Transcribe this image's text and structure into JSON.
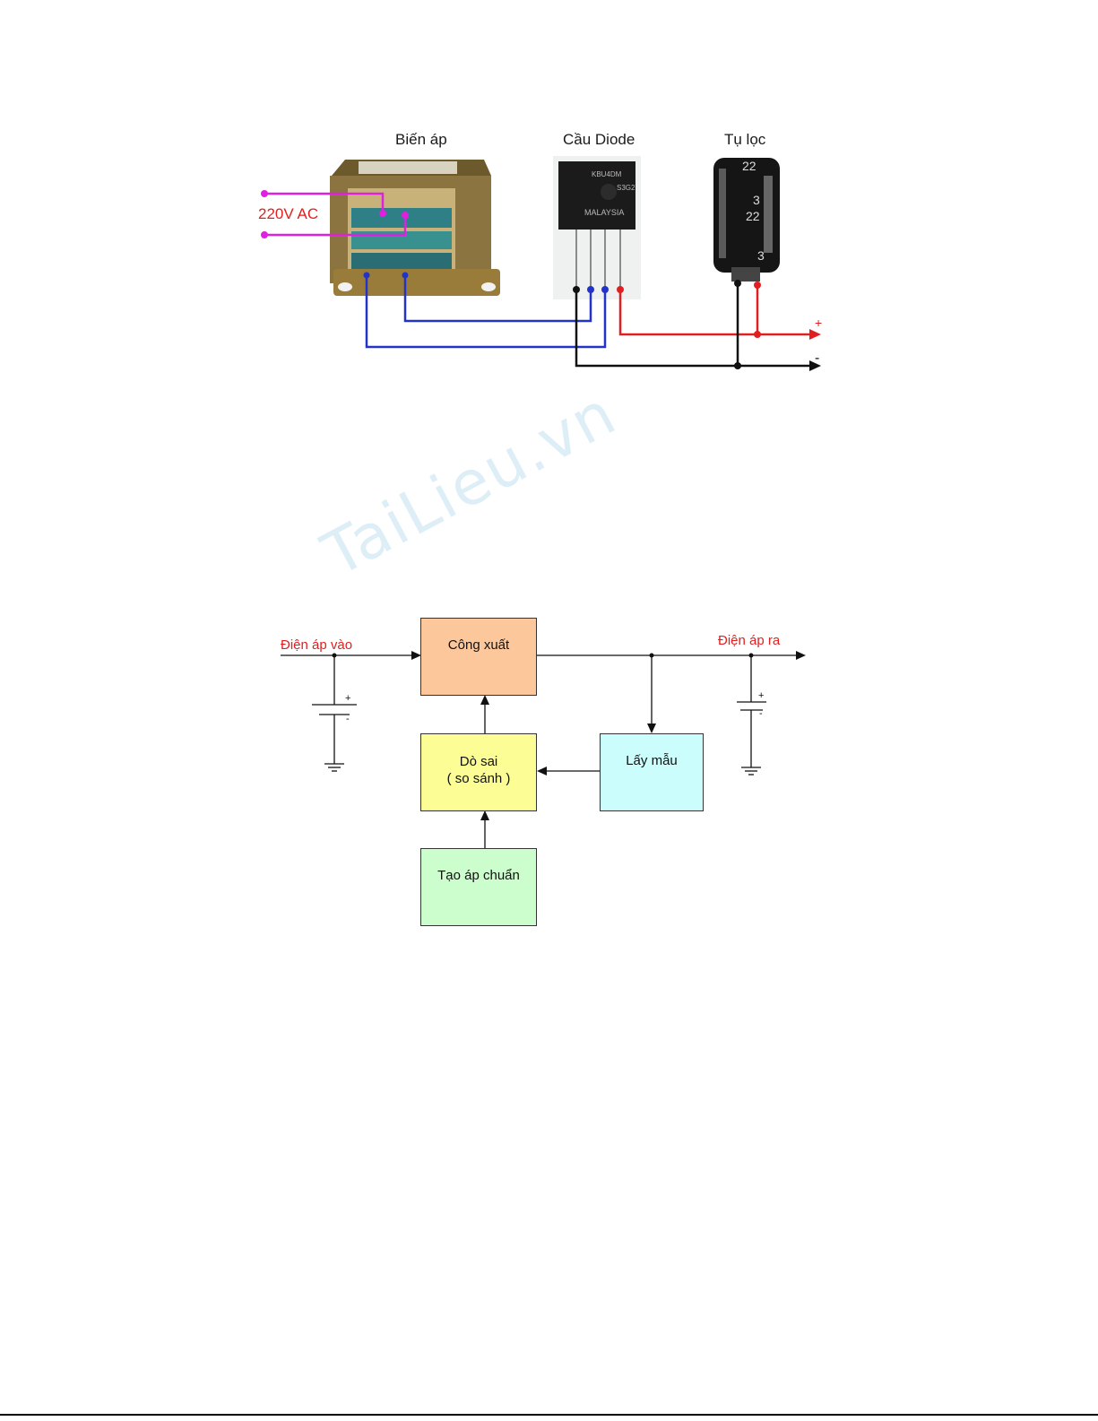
{
  "figure1": {
    "labels": {
      "transformer": "Biến áp",
      "bridge": "Cầu Diode",
      "capacitor": "Tụ lọc",
      "ac_input": "220V AC",
      "plus": "+",
      "minus": "-"
    },
    "bridge_marking": [
      "KBU4DM",
      "S3G2",
      "MALAYSIA"
    ],
    "capacitor_marking": [
      "22",
      "3",
      "22",
      "3"
    ],
    "colors": {
      "ac_wire": "#e020e0",
      "secondary_wire": "#2233c8",
      "positive_wire": "#e02020",
      "negative_wire": "#111111"
    }
  },
  "watermark": "TaiLieu.vn",
  "figure2": {
    "input_label": "Điện áp vào",
    "output_label": "Điện áp ra",
    "blocks": {
      "power": "Công xuất",
      "error_line1": "Dò sai",
      "error_line2": "( so sánh )",
      "sample": "Lấy mẫu",
      "reference": "Tạo áp chuẩn"
    },
    "plus": "+",
    "minus": "-",
    "colors": {
      "power": "#fcc89b",
      "error": "#fdfd96",
      "sample": "#ccfdfd",
      "reference": "#ccfdcc"
    }
  }
}
